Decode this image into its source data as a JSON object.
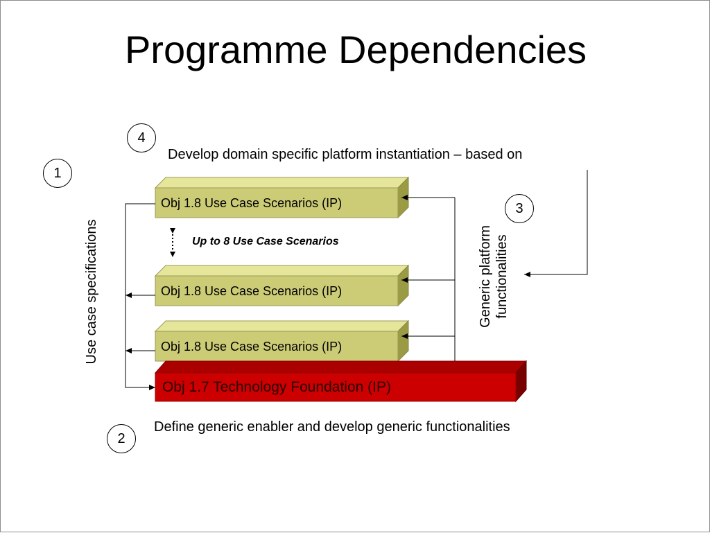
{
  "slide": {
    "title": "Programme Dependencies",
    "caption_top": "Develop domain specific platform instantiation – based on",
    "caption_bottom": "Define generic enabler and develop generic functionalities",
    "vertical_left": "Use case specifications",
    "vertical_right_line1": "Generic platform",
    "vertical_right_line2": "functionalities",
    "scenarios_note": "Up to 8 Use Case Scenarios",
    "blocks": [
      {
        "label": "Obj 1.8 Use Case Scenarios (IP)",
        "color": "#cccc77"
      },
      {
        "label": "Obj 1.8 Use Case Scenarios (IP)",
        "color": "#cccc77"
      },
      {
        "label": "Obj 1.8 Use Case Scenarios (IP)",
        "color": "#cccc77"
      }
    ],
    "foundation": {
      "label": "Obj 1.7 Technology Foundation (IP)",
      "color": "#cc0000"
    },
    "badges": [
      "1",
      "2",
      "3",
      "4"
    ]
  }
}
